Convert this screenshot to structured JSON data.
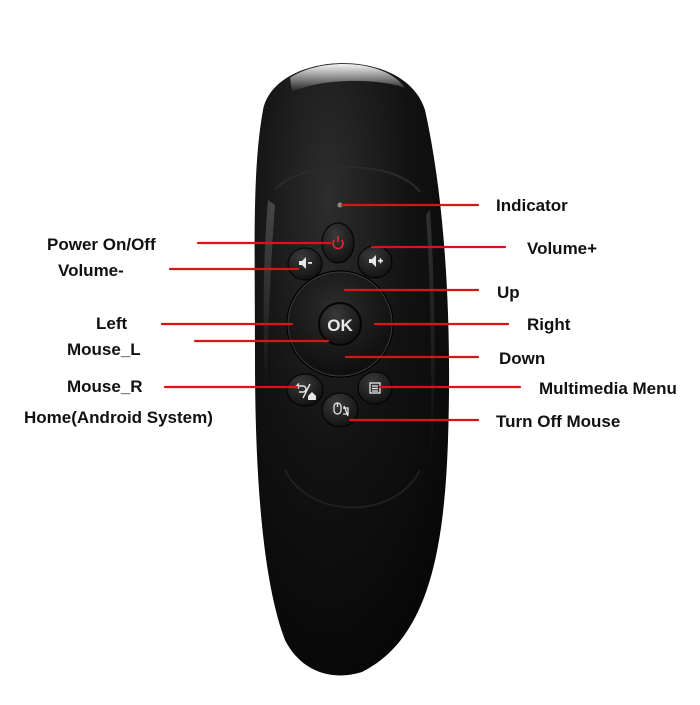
{
  "colors": {
    "body": "#0b0b0b",
    "highlight": "#f2f2f2",
    "leader_line": "#d8141b",
    "power_glyph": "#e3262b",
    "button_glyph": "#e8e8e8",
    "text": "#111111"
  },
  "remote": {
    "ok_label": "OK"
  },
  "icons": {
    "power": "power-icon",
    "volume_down": "volume-down-icon",
    "volume_up": "volume-up-icon",
    "back_home": "back-home-icon",
    "mouse": "mouse-off-icon",
    "menu": "menu-icon",
    "indicator": "indicator-led-icon"
  },
  "labels": {
    "indicator": "Indicator",
    "power": "Power On/Off",
    "volume_up": "Volume+",
    "volume_down": "Volume-",
    "up": "Up",
    "left": "Left",
    "right": "Right",
    "mouse_l": "Mouse_L",
    "down": "Down",
    "mouse_r": "Mouse_R",
    "multimedia_menu": "Multimedia Menu",
    "home": "Home(Android System)",
    "turn_off_mouse": "Turn Off Mouse"
  }
}
